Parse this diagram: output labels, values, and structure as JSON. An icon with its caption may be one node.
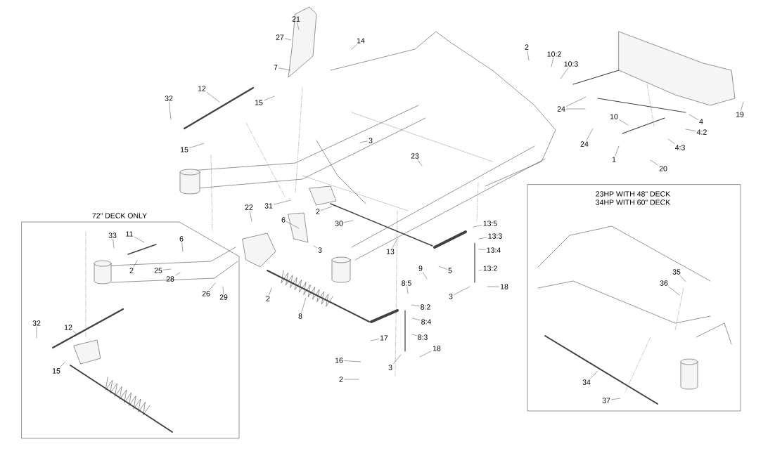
{
  "diagram": {
    "nodes": [
      {
        "text": [
          "21"
        ]
      },
      {
        "text": [
          "27"
        ]
      },
      {
        "text": [
          "14"
        ]
      },
      {
        "text": [
          "2"
        ]
      },
      {
        "text": [
          "10:2"
        ]
      },
      {
        "text": [
          "10:3"
        ]
      },
      {
        "text": [
          "7"
        ]
      },
      {
        "text": [
          "12"
        ]
      },
      {
        "text": [
          "32"
        ]
      },
      {
        "text": [
          "15"
        ]
      },
      {
        "text": [
          "24"
        ]
      },
      {
        "text": [
          "19"
        ]
      },
      {
        "text": [
          "10"
        ]
      },
      {
        "text": [
          "4"
        ]
      },
      {
        "text": [
          "4:2"
        ]
      },
      {
        "text": [
          "3"
        ]
      },
      {
        "text": [
          "24"
        ]
      },
      {
        "text": [
          "4:3"
        ]
      },
      {
        "text": [
          "15"
        ]
      },
      {
        "text": [
          "23"
        ]
      },
      {
        "text": [
          "1"
        ]
      },
      {
        "text": [
          "20"
        ]
      },
      {
        "text": [
          "31"
        ]
      },
      {
        "text": [
          "22"
        ]
      },
      {
        "text": [
          "2"
        ]
      },
      {
        "text": [
          "30"
        ]
      },
      {
        "text": [
          "6"
        ]
      },
      {
        "text": [
          "13:5"
        ]
      },
      {
        "text": [
          "13:3"
        ]
      },
      {
        "text": [
          "3"
        ]
      },
      {
        "text": [
          "13:4"
        ]
      },
      {
        "text": [
          "13"
        ]
      },
      {
        "text": [
          "9"
        ]
      },
      {
        "text": [
          "13:2"
        ]
      },
      {
        "text": [
          "5"
        ]
      },
      {
        "text": [
          "8:5"
        ]
      },
      {
        "text": [
          "18"
        ]
      },
      {
        "text": [
          "3"
        ]
      },
      {
        "text": [
          "2"
        ]
      },
      {
        "text": [
          "8:2"
        ]
      },
      {
        "text": [
          "8"
        ]
      },
      {
        "text": [
          "8:4"
        ]
      },
      {
        "text": [
          "8:3"
        ]
      },
      {
        "text": [
          "17"
        ]
      },
      {
        "text": [
          "18"
        ]
      },
      {
        "text": [
          "16"
        ]
      },
      {
        "text": [
          "3"
        ]
      },
      {
        "text": [
          "2"
        ]
      },
      {
        "text": [
          "72\" DECK ONLY"
        ]
      },
      {
        "text": [
          "33"
        ],
        "in": 48
      },
      {
        "text": [
          "11"
        ],
        "in": 48
      },
      {
        "text": [
          "6"
        ],
        "in": 48
      },
      {
        "text": [
          "2"
        ],
        "in": 48
      },
      {
        "text": [
          "25"
        ],
        "in": 48
      },
      {
        "text": [
          "28"
        ],
        "in": 48
      },
      {
        "text": [
          "26"
        ],
        "in": 48
      },
      {
        "text": [
          "29"
        ],
        "in": 48
      },
      {
        "text": [
          "32"
        ],
        "in": 48
      },
      {
        "text": [
          "12"
        ],
        "in": 48
      },
      {
        "text": [
          "15"
        ],
        "in": 48
      },
      {
        "text": [
          "23HP WITH 48\" DECK",
          "34HP WITH 60\" DECK"
        ]
      },
      {
        "text": [
          "35"
        ],
        "in": 60
      },
      {
        "text": [
          "36"
        ],
        "in": 60
      },
      {
        "text": [
          "34"
        ],
        "in": 60
      },
      {
        "text": [
          "37"
        ],
        "in": 60
      }
    ],
    "edges": [
      {
        "from": 0,
        "to": null,
        "arrow": "none"
      },
      {
        "from": 1,
        "to": null,
        "arrow": "none"
      },
      {
        "from": 2,
        "to": null,
        "arrow": "none"
      },
      {
        "from": 3,
        "to": null,
        "arrow": "none"
      },
      {
        "from": 4,
        "to": null,
        "arrow": "none"
      },
      {
        "from": 5,
        "to": null,
        "arrow": "none"
      },
      {
        "from": 6,
        "to": null,
        "arrow": "none"
      },
      {
        "from": 7,
        "to": null,
        "arrow": "none"
      },
      {
        "from": 8,
        "to": null,
        "arrow": "none"
      },
      {
        "from": 9,
        "to": null,
        "arrow": "none"
      },
      {
        "from": 10,
        "to": null,
        "arrow": "none"
      },
      {
        "from": 10,
        "to": null,
        "arrow": "none"
      },
      {
        "from": 11,
        "to": null,
        "arrow": "none"
      },
      {
        "from": 12,
        "to": null,
        "arrow": "none"
      },
      {
        "from": 13,
        "to": null,
        "arrow": "none"
      },
      {
        "from": 14,
        "to": null,
        "arrow": "none"
      },
      {
        "from": 15,
        "to": null,
        "arrow": "none"
      },
      {
        "from": 16,
        "to": null,
        "arrow": "none"
      },
      {
        "from": 17,
        "to": null,
        "arrow": "none"
      },
      {
        "from": 18,
        "to": null,
        "arrow": "none"
      },
      {
        "from": 19,
        "to": null,
        "arrow": "none"
      },
      {
        "from": 20,
        "to": null,
        "arrow": "none"
      },
      {
        "from": 21,
        "to": null,
        "arrow": "none"
      },
      {
        "from": 22,
        "to": null,
        "arrow": "none"
      },
      {
        "from": 23,
        "to": null,
        "arrow": "none"
      },
      {
        "from": 24,
        "to": null,
        "arrow": "none"
      },
      {
        "from": 25,
        "to": null,
        "arrow": "none"
      },
      {
        "from": 26,
        "to": null,
        "arrow": "none"
      },
      {
        "from": 27,
        "to": null,
        "arrow": "none"
      },
      {
        "from": 28,
        "to": null,
        "arrow": "none"
      },
      {
        "from": 29,
        "to": null,
        "arrow": "none"
      },
      {
        "from": 30,
        "to": null,
        "arrow": "none"
      },
      {
        "from": 31,
        "to": null,
        "arrow": "none"
      },
      {
        "from": 32,
        "to": null,
        "arrow": "none"
      },
      {
        "from": 33,
        "to": null,
        "arrow": "none"
      },
      {
        "from": 34,
        "to": null,
        "arrow": "none"
      },
      {
        "from": 35,
        "to": null,
        "arrow": "none"
      },
      {
        "from": 36,
        "to": null,
        "arrow": "none"
      },
      {
        "from": 37,
        "to": null,
        "arrow": "none"
      },
      {
        "from": 38,
        "to": null,
        "arrow": "none"
      },
      {
        "from": 39,
        "to": null,
        "arrow": "none"
      },
      {
        "from": 40,
        "to": null,
        "arrow": "none"
      },
      {
        "from": 41,
        "to": null,
        "arrow": "none"
      },
      {
        "from": 42,
        "to": null,
        "arrow": "none"
      },
      {
        "from": 43,
        "to": null,
        "arrow": "none"
      },
      {
        "from": 44,
        "to": null,
        "arrow": "none"
      },
      {
        "from": 45,
        "to": null,
        "arrow": "none"
      },
      {
        "from": 46,
        "to": null,
        "arrow": "none"
      },
      {
        "from": 47,
        "to": null,
        "arrow": "none"
      },
      {
        "from": 49,
        "to": null,
        "arrow": "none"
      },
      {
        "from": 50,
        "to": null,
        "arrow": "none"
      },
      {
        "from": 51,
        "to": null,
        "arrow": "none"
      },
      {
        "from": 52,
        "to": null,
        "arrow": "none"
      },
      {
        "from": 53,
        "to": null,
        "arrow": "none"
      },
      {
        "from": 54,
        "to": null,
        "arrow": "none"
      },
      {
        "from": 55,
        "to": null,
        "arrow": "none"
      },
      {
        "from": 56,
        "to": null,
        "arrow": "none"
      },
      {
        "from": 57,
        "to": null,
        "arrow": "none"
      },
      {
        "from": 58,
        "to": null,
        "arrow": "none"
      },
      {
        "from": 59,
        "to": null,
        "arrow": "none"
      },
      {
        "from": 61,
        "to": null,
        "arrow": "none"
      },
      {
        "from": 62,
        "to": null,
        "arrow": "none"
      },
      {
        "from": 63,
        "to": null,
        "arrow": "none"
      },
      {
        "from": 64,
        "to": null,
        "arrow": "none"
      }
    ]
  }
}
